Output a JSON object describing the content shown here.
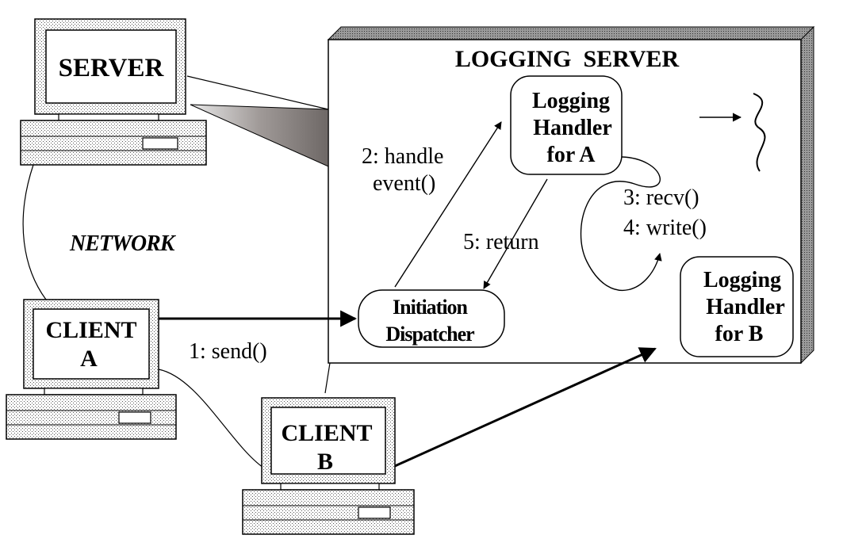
{
  "diagram": {
    "title": "LOGGING  SERVER",
    "network_label": "NETWORK",
    "computers": {
      "server": {
        "label": "SERVER"
      },
      "client_a": {
        "label_line1": "CLIENT",
        "label_line2": "A"
      },
      "client_b": {
        "label_line1": "CLIENT",
        "label_line2": "B"
      }
    },
    "components": {
      "handler_a": {
        "line1": "Logging",
        "line2": "Handler",
        "line3": "for A"
      },
      "handler_b": {
        "line1": "Logging",
        "line2": "Handler",
        "line3": "for B"
      },
      "dispatcher": {
        "line1": "Initiation",
        "line2": "Dispatcher"
      }
    },
    "steps": {
      "send": "1: send()",
      "handle_line1": "2: handle",
      "handle_line2": "event()",
      "recv": "3: recv()",
      "write": "4: write()",
      "return": "5: return"
    }
  }
}
